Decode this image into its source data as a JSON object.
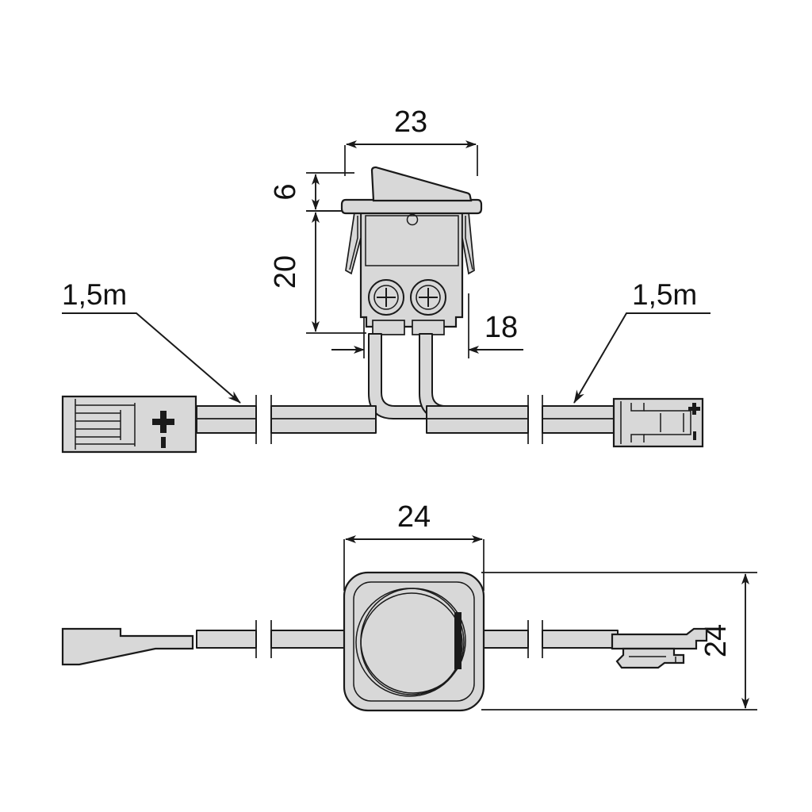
{
  "drawing": {
    "title": "Rocker switch with cable assembly - technical dimension drawing",
    "background_color": "#ffffff",
    "line_color": "#1a1a1a",
    "part_fill_color": "#d8d8d8",
    "units_note": "mm"
  },
  "views": {
    "front": {
      "name": "front-elevation-view",
      "component": "rocker-switch"
    },
    "plan": {
      "name": "plan-top-view",
      "component": "rocker-switch"
    }
  },
  "dimensions": {
    "width_23": {
      "value": "23",
      "orientation": "horizontal",
      "view": "front"
    },
    "height_6": {
      "value": "6",
      "orientation": "vertical",
      "view": "front"
    },
    "height_20": {
      "value": "20",
      "orientation": "vertical",
      "view": "front"
    },
    "depth_18": {
      "value": "18",
      "orientation": "horizontal",
      "view": "front"
    },
    "width_24": {
      "value": "24",
      "orientation": "horizontal",
      "view": "plan"
    },
    "height_24": {
      "value": "24",
      "orientation": "vertical",
      "view": "plan"
    }
  },
  "labels": {
    "cable_left": {
      "text": "1,5m",
      "points_to": "left-connector"
    },
    "cable_right": {
      "text": "1,5m",
      "points_to": "right-connector"
    }
  },
  "connectors": {
    "left": {
      "name": "left-plug-connector",
      "polarity_plus": "+",
      "polarity_minus": "-"
    },
    "right": {
      "name": "right-plug-connector"
    }
  }
}
